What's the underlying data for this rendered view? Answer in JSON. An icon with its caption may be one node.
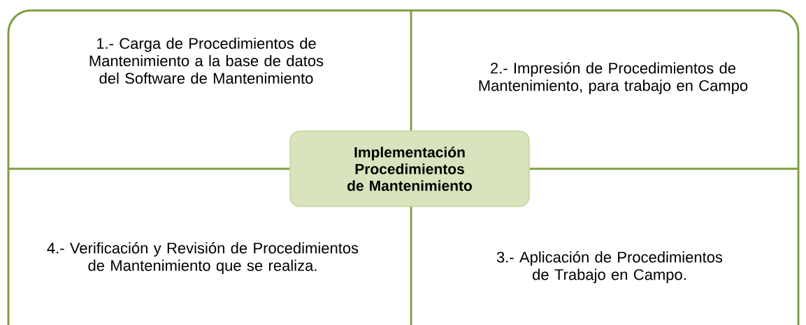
{
  "diagram": {
    "nodes": [
      {
        "text": [
          "1.- Carga de Procedimientos de Mantenimiento a la base de datos del Software de Mantenimiento"
        ]
      },
      {
        "text": [
          "2.- Impresión de Procedimientos de Mantenimiento, para trabajo en Campo"
        ]
      },
      {
        "text": [
          "Implementación Procedimientos de Mantenimiento"
        ]
      },
      {
        "text": [
          "4.- Verificación y Revisión de Procedimientos de Mantenimiento que se realiza."
        ]
      },
      {
        "text": [
          "3.- Aplicación de Procedimientos de Trabajo en Campo."
        ]
      }
    ]
  }
}
